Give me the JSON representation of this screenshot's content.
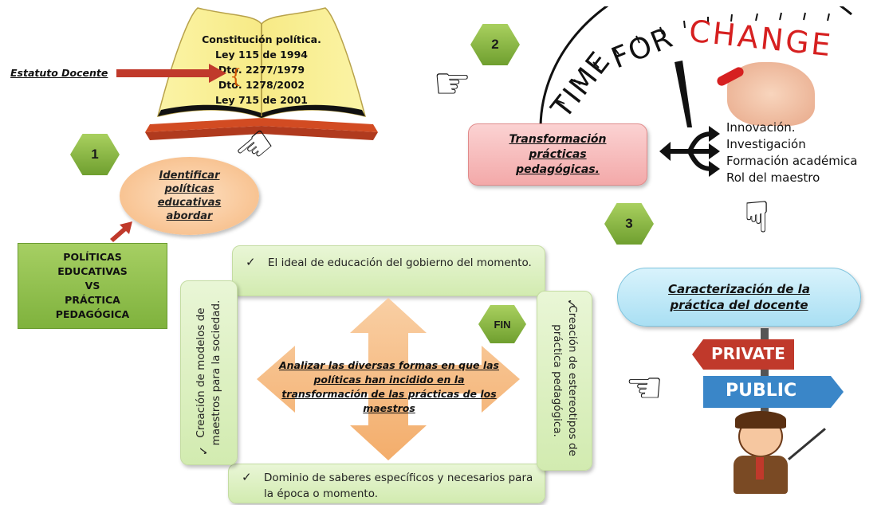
{
  "book": {
    "lines": [
      "Constitución política.",
      "Ley 115 de 1994",
      "Dto. 2277/1979",
      "Dto. 1278/2002",
      "Ley 715 de 2001"
    ]
  },
  "estatuto_label": "Estatuto Docente",
  "steps": {
    "one": "1",
    "two": "2",
    "three": "3",
    "fin": "FIN"
  },
  "identificar": "Identificar políticas educativas abordar",
  "politicas_box": [
    "POLÍTICAS",
    "EDUCATIVAS",
    "VS",
    "PRÁCTICA",
    "PEDAGÓGICA"
  ],
  "time_for_change": {
    "time": "TIME",
    "for": "FOR",
    "change": "CHANGE"
  },
  "transformacion": "Transformación prácticas pedagógicas.",
  "branches": [
    "Innovación.",
    "Investigación",
    "Formación académica",
    "Rol del maestro"
  ],
  "caracterizacion": "Caracterización de la práctica del docente",
  "signs": {
    "private": "PRIVATE",
    "public": "PUBLIC"
  },
  "checks": {
    "top": "El ideal de educación del gobierno del momento.",
    "bottom": "Dominio de saberes específicos y necesarios para la época o momento.",
    "left": "Creación de modelos de maestros para la sociedad.",
    "right": "Creación de estereotipos de práctica pedagógica."
  },
  "center_text": "Analizar las diversas formas en que las políticas han incidido en la transformación de las prácticas de los maestros",
  "colors": {
    "hex_green": "#8cbf46",
    "box_green": "#e4f4cd",
    "oval_orange": "#f9c99b",
    "pink": "#f6b5b5",
    "cyan": "#bde8f7",
    "arrow_red": "#c0392b"
  }
}
